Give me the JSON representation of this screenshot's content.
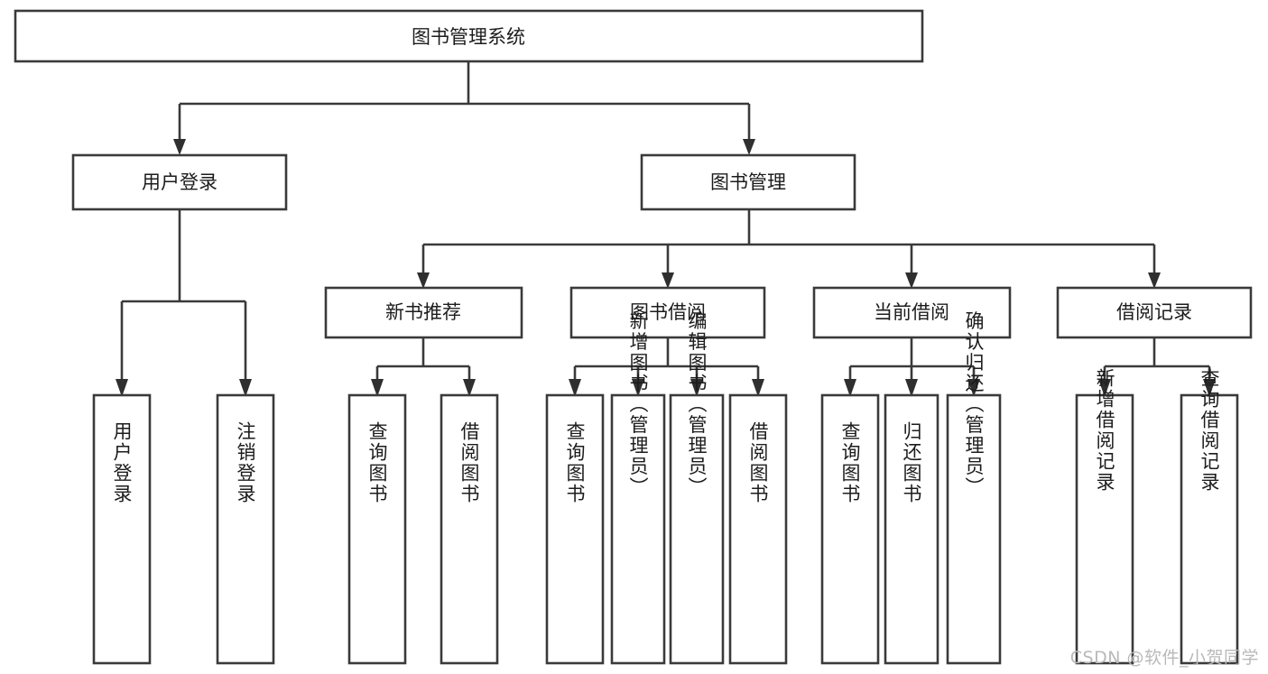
{
  "diagram": {
    "type": "tree-hierarchy",
    "title": "图书管理系统",
    "orientation": "top-down",
    "root": {
      "id": "root",
      "label": "图书管理系统"
    },
    "level1": [
      {
        "id": "user-login",
        "label": "用户登录"
      },
      {
        "id": "book-manage",
        "label": "图书管理"
      }
    ],
    "level2": [
      {
        "id": "new-book-recommend",
        "label": "新书推荐",
        "parent": "book-manage"
      },
      {
        "id": "book-borrow",
        "label": "图书借阅",
        "parent": "book-manage"
      },
      {
        "id": "current-borrow",
        "label": "当前借阅",
        "parent": "book-manage"
      },
      {
        "id": "borrow-record",
        "label": "借阅记录",
        "parent": "book-manage"
      }
    ],
    "leaves": [
      {
        "id": "leaf-user-login",
        "label": "用户登录",
        "parent": "user-login"
      },
      {
        "id": "leaf-user-logout",
        "label": "注销登录",
        "parent": "user-login"
      },
      {
        "id": "leaf-query-book-1",
        "label": "查询图书",
        "parent": "new-book-recommend"
      },
      {
        "id": "leaf-borrow-book-1",
        "label": "借阅图书",
        "parent": "new-book-recommend"
      },
      {
        "id": "leaf-query-book-2",
        "label": "查询图书",
        "parent": "book-borrow"
      },
      {
        "id": "leaf-add-book",
        "label": "新增图书（管理员）",
        "parent": "book-borrow"
      },
      {
        "id": "leaf-edit-book",
        "label": "编辑图书（管理员）",
        "parent": "book-borrow"
      },
      {
        "id": "leaf-borrow-book-2",
        "label": "借阅图书",
        "parent": "book-borrow"
      },
      {
        "id": "leaf-query-book-3",
        "label": "查询图书",
        "parent": "current-borrow"
      },
      {
        "id": "leaf-return-book",
        "label": "归还图书",
        "parent": "current-borrow"
      },
      {
        "id": "leaf-confirm-return",
        "label": "确认归还（管理员）",
        "parent": "current-borrow"
      },
      {
        "id": "leaf-add-record",
        "label": "新增借阅记录",
        "parent": "borrow-record"
      },
      {
        "id": "leaf-query-record",
        "label": "查询借阅记录",
        "parent": "borrow-record"
      }
    ]
  },
  "watermark": {
    "text": "CSDN @软件_小贺同学"
  },
  "colors": {
    "box_stroke": "#3a3a3a",
    "box_fill": "#ffffff",
    "connector": "#3a3a3a",
    "text": "#1c1c1c",
    "watermark": "#b9b9b9",
    "background": "#ffffff"
  }
}
